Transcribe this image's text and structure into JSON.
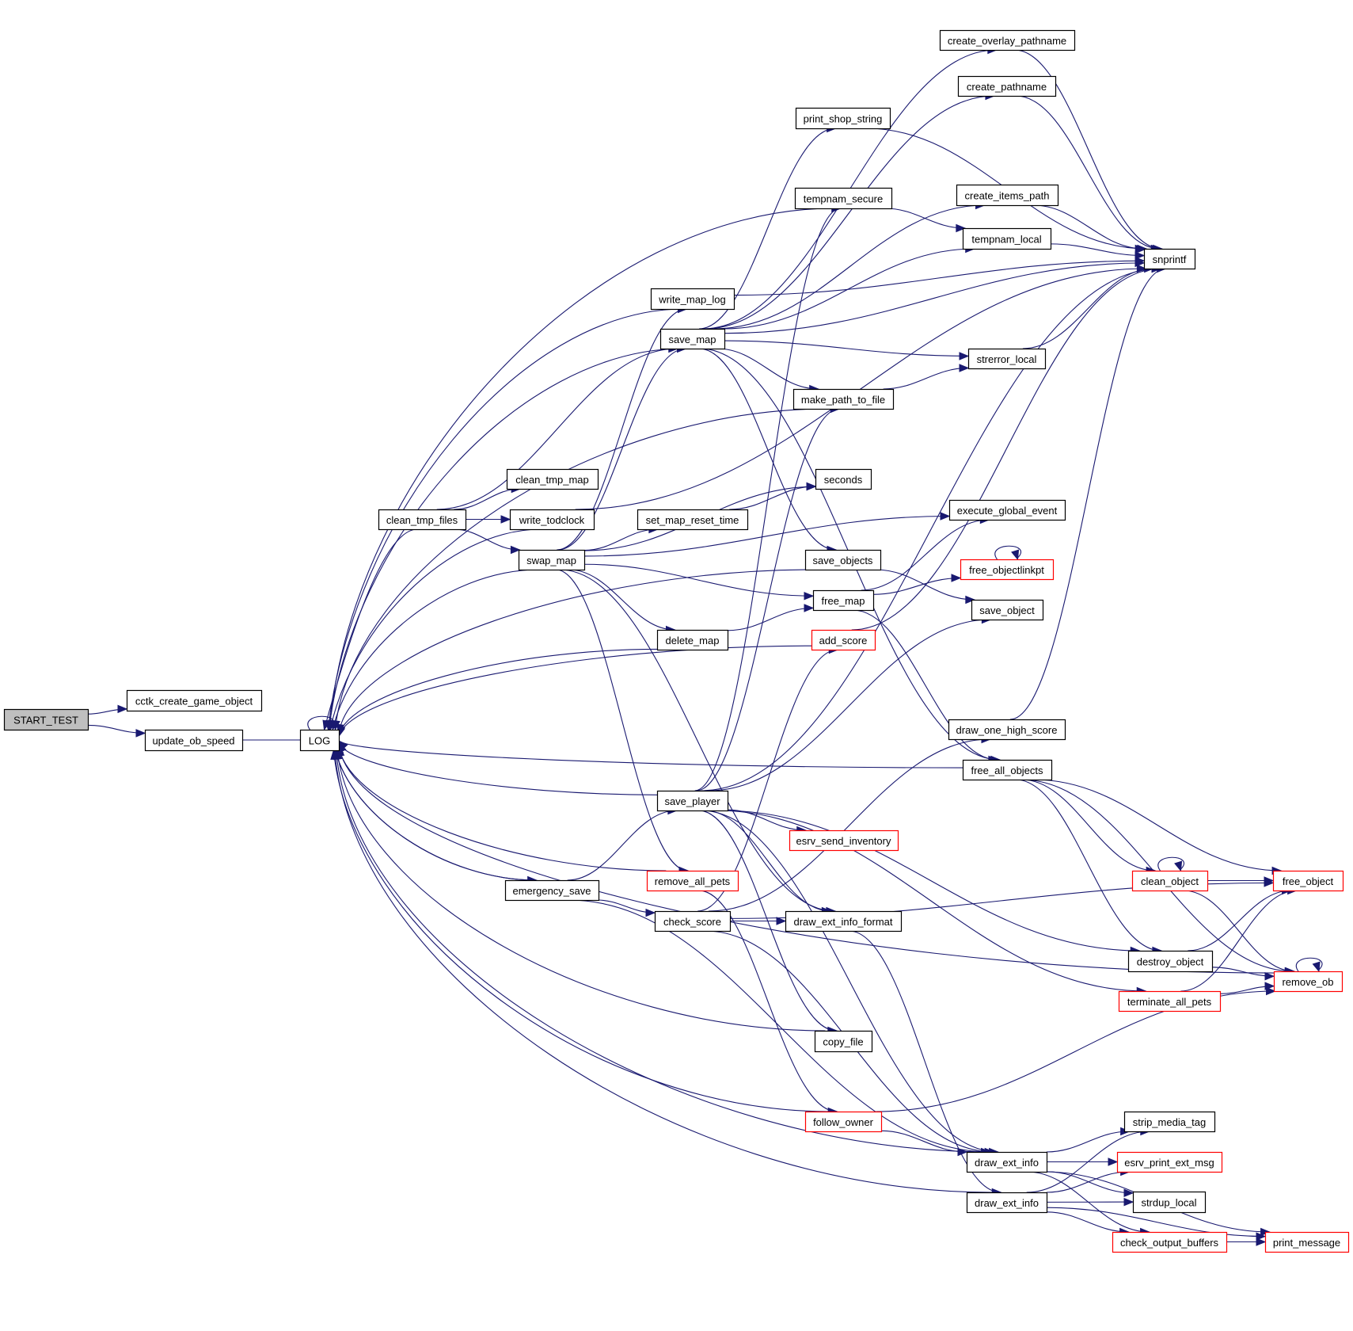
{
  "title": "START_TEST call graph",
  "colors": {
    "edge": "#191970",
    "root_fill": "#bfbfbf",
    "node_border": "#000000",
    "truncated_border": "#ff0000"
  },
  "nodes": [
    {
      "id": "START_TEST",
      "label": "START_TEST",
      "style": "root"
    },
    {
      "id": "cctk_create_game_object",
      "label": "cctk_create_game_object",
      "style": "normal"
    },
    {
      "id": "update_ob_speed",
      "label": "update_ob_speed",
      "style": "normal"
    },
    {
      "id": "LOG",
      "label": "LOG",
      "style": "normal"
    },
    {
      "id": "create_overlay_pathname",
      "label": "create_overlay_pathname",
      "style": "normal"
    },
    {
      "id": "create_pathname",
      "label": "create_pathname",
      "style": "normal"
    },
    {
      "id": "print_shop_string",
      "label": "print_shop_string",
      "style": "normal"
    },
    {
      "id": "tempnam_secure",
      "label": "tempnam_secure",
      "style": "normal"
    },
    {
      "id": "create_items_path",
      "label": "create_items_path",
      "style": "normal"
    },
    {
      "id": "tempnam_local",
      "label": "tempnam_local",
      "style": "normal"
    },
    {
      "id": "snprintf",
      "label": "snprintf",
      "style": "normal"
    },
    {
      "id": "write_map_log",
      "label": "write_map_log",
      "style": "normal"
    },
    {
      "id": "save_map",
      "label": "save_map",
      "style": "normal"
    },
    {
      "id": "strerror_local",
      "label": "strerror_local",
      "style": "normal"
    },
    {
      "id": "make_path_to_file",
      "label": "make_path_to_file",
      "style": "normal"
    },
    {
      "id": "clean_tmp_map",
      "label": "clean_tmp_map",
      "style": "normal"
    },
    {
      "id": "seconds",
      "label": "seconds",
      "style": "normal"
    },
    {
      "id": "clean_tmp_files",
      "label": "clean_tmp_files",
      "style": "normal"
    },
    {
      "id": "write_todclock",
      "label": "write_todclock",
      "style": "normal"
    },
    {
      "id": "set_map_reset_time",
      "label": "set_map_reset_time",
      "style": "normal"
    },
    {
      "id": "execute_global_event",
      "label": "execute_global_event",
      "style": "normal"
    },
    {
      "id": "swap_map",
      "label": "swap_map",
      "style": "normal"
    },
    {
      "id": "save_objects",
      "label": "save_objects",
      "style": "normal"
    },
    {
      "id": "free_objectlinkpt",
      "label": "free_objectlinkpt",
      "style": "truncated"
    },
    {
      "id": "free_map",
      "label": "free_map",
      "style": "normal"
    },
    {
      "id": "save_object",
      "label": "save_object",
      "style": "normal"
    },
    {
      "id": "delete_map",
      "label": "delete_map",
      "style": "normal"
    },
    {
      "id": "add_score",
      "label": "add_score",
      "style": "truncated"
    },
    {
      "id": "draw_one_high_score",
      "label": "draw_one_high_score",
      "style": "normal"
    },
    {
      "id": "free_all_objects",
      "label": "free_all_objects",
      "style": "normal"
    },
    {
      "id": "save_player",
      "label": "save_player",
      "style": "normal"
    },
    {
      "id": "esrv_send_inventory",
      "label": "esrv_send_inventory",
      "style": "truncated"
    },
    {
      "id": "clean_object",
      "label": "clean_object",
      "style": "truncated"
    },
    {
      "id": "free_object",
      "label": "free_object",
      "style": "truncated"
    },
    {
      "id": "emergency_save",
      "label": "emergency_save",
      "style": "normal"
    },
    {
      "id": "remove_all_pets",
      "label": "remove_all_pets",
      "style": "truncated"
    },
    {
      "id": "check_score",
      "label": "check_score",
      "style": "normal"
    },
    {
      "id": "draw_ext_info_format",
      "label": "draw_ext_info_format",
      "style": "normal"
    },
    {
      "id": "destroy_object",
      "label": "destroy_object",
      "style": "normal"
    },
    {
      "id": "remove_ob",
      "label": "remove_ob",
      "style": "truncated"
    },
    {
      "id": "terminate_all_pets",
      "label": "terminate_all_pets",
      "style": "truncated"
    },
    {
      "id": "copy_file",
      "label": "copy_file",
      "style": "normal"
    },
    {
      "id": "follow_owner",
      "label": "follow_owner",
      "style": "truncated"
    },
    {
      "id": "strip_media_tag",
      "label": "strip_media_tag",
      "style": "normal"
    },
    {
      "id": "draw_ext_info_1",
      "label": "draw_ext_info",
      "style": "normal"
    },
    {
      "id": "esrv_print_ext_msg",
      "label": "esrv_print_ext_msg",
      "style": "truncated"
    },
    {
      "id": "draw_ext_info_2",
      "label": "draw_ext_info",
      "style": "normal"
    },
    {
      "id": "strdup_local",
      "label": "strdup_local",
      "style": "normal"
    },
    {
      "id": "check_output_buffers",
      "label": "check_output_buffers",
      "style": "truncated"
    },
    {
      "id": "print_message",
      "label": "print_message",
      "style": "truncated"
    }
  ],
  "edges": [
    [
      "START_TEST",
      "cctk_create_game_object"
    ],
    [
      "START_TEST",
      "update_ob_speed"
    ],
    [
      "update_ob_speed",
      "LOG"
    ],
    [
      "LOG",
      "LOG"
    ],
    [
      "save_map",
      "create_overlay_pathname"
    ],
    [
      "save_map",
      "create_pathname"
    ],
    [
      "save_map",
      "print_shop_string"
    ],
    [
      "save_map",
      "create_items_path"
    ],
    [
      "save_map",
      "tempnam_local"
    ],
    [
      "save_map",
      "snprintf"
    ],
    [
      "save_map",
      "strerror_local"
    ],
    [
      "save_map",
      "make_path_to_file"
    ],
    [
      "save_map",
      "save_objects"
    ],
    [
      "save_map",
      "free_all_objects"
    ],
    [
      "save_map",
      "LOG"
    ],
    [
      "write_map_log",
      "snprintf"
    ],
    [
      "write_map_log",
      "LOG"
    ],
    [
      "create_overlay_pathname",
      "snprintf"
    ],
    [
      "create_pathname",
      "snprintf"
    ],
    [
      "print_shop_string",
      "snprintf"
    ],
    [
      "create_items_path",
      "snprintf"
    ],
    [
      "tempnam_local",
      "snprintf"
    ],
    [
      "tempnam_secure",
      "tempnam_local"
    ],
    [
      "tempnam_secure",
      "LOG"
    ],
    [
      "strerror_local",
      "snprintf"
    ],
    [
      "make_path_to_file",
      "strerror_local"
    ],
    [
      "make_path_to_file",
      "LOG"
    ],
    [
      "clean_tmp_files",
      "save_map"
    ],
    [
      "clean_tmp_files",
      "clean_tmp_map"
    ],
    [
      "clean_tmp_files",
      "write_todclock"
    ],
    [
      "clean_tmp_files",
      "swap_map"
    ],
    [
      "clean_tmp_files",
      "LOG"
    ],
    [
      "write_todclock",
      "snprintf"
    ],
    [
      "write_todclock",
      "LOG"
    ],
    [
      "swap_map",
      "save_map"
    ],
    [
      "swap_map",
      "write_map_log"
    ],
    [
      "swap_map",
      "seconds"
    ],
    [
      "swap_map",
      "set_map_reset_time"
    ],
    [
      "swap_map",
      "execute_global_event"
    ],
    [
      "swap_map",
      "free_map"
    ],
    [
      "swap_map",
      "delete_map"
    ],
    [
      "swap_map",
      "remove_all_pets"
    ],
    [
      "swap_map",
      "draw_ext_info_format"
    ],
    [
      "swap_map",
      "LOG"
    ],
    [
      "set_map_reset_time",
      "seconds"
    ],
    [
      "save_objects",
      "save_object"
    ],
    [
      "save_objects",
      "LOG"
    ],
    [
      "free_map",
      "execute_global_event"
    ],
    [
      "free_map",
      "free_objectlinkpt"
    ],
    [
      "free_map",
      "free_all_objects"
    ],
    [
      "free_objectlinkpt",
      "free_objectlinkpt"
    ],
    [
      "delete_map",
      "free_map"
    ],
    [
      "delete_map",
      "LOG"
    ],
    [
      "add_score",
      "snprintf"
    ],
    [
      "add_score",
      "LOG"
    ],
    [
      "draw_one_high_score",
      "snprintf"
    ],
    [
      "free_all_objects",
      "free_object"
    ],
    [
      "free_all_objects",
      "clean_object"
    ],
    [
      "free_all_objects",
      "destroy_object"
    ],
    [
      "free_all_objects",
      "remove_ob"
    ],
    [
      "free_all_objects",
      "LOG"
    ],
    [
      "save_player",
      "tempnam_secure"
    ],
    [
      "save_player",
      "make_path_to_file"
    ],
    [
      "save_player",
      "save_object"
    ],
    [
      "save_player",
      "snprintf"
    ],
    [
      "save_player",
      "esrv_send_inventory"
    ],
    [
      "save_player",
      "draw_ext_info_format"
    ],
    [
      "save_player",
      "draw_ext_info_1"
    ],
    [
      "save_player",
      "destroy_object"
    ],
    [
      "save_player",
      "terminate_all_pets"
    ],
    [
      "save_player",
      "copy_file"
    ],
    [
      "save_player",
      "LOG"
    ],
    [
      "clean_object",
      "clean_object"
    ],
    [
      "clean_object",
      "free_object"
    ],
    [
      "clean_object",
      "remove_ob"
    ],
    [
      "emergency_save",
      "save_player"
    ],
    [
      "emergency_save",
      "check_score"
    ],
    [
      "emergency_save",
      "draw_ext_info_1"
    ],
    [
      "emergency_save",
      "LOG"
    ],
    [
      "LOG",
      "emergency_save"
    ],
    [
      "remove_all_pets",
      "follow_owner"
    ],
    [
      "remove_all_pets",
      "LOG"
    ],
    [
      "check_score",
      "add_score"
    ],
    [
      "check_score",
      "draw_ext_info_format"
    ],
    [
      "check_score",
      "draw_one_high_score"
    ],
    [
      "check_score",
      "draw_ext_info_1"
    ],
    [
      "check_score",
      "free_object"
    ],
    [
      "draw_ext_info_format",
      "draw_ext_info_2"
    ],
    [
      "destroy_object",
      "free_object"
    ],
    [
      "destroy_object",
      "remove_ob"
    ],
    [
      "remove_ob",
      "remove_ob"
    ],
    [
      "remove_ob",
      "LOG"
    ],
    [
      "terminate_all_pets",
      "free_object"
    ],
    [
      "terminate_all_pets",
      "remove_ob"
    ],
    [
      "copy_file",
      "LOG"
    ],
    [
      "follow_owner",
      "draw_ext_info_1"
    ],
    [
      "follow_owner",
      "remove_ob"
    ],
    [
      "follow_owner",
      "LOG"
    ],
    [
      "draw_ext_info_1",
      "strip_media_tag"
    ],
    [
      "draw_ext_info_1",
      "esrv_print_ext_msg"
    ],
    [
      "draw_ext_info_1",
      "strdup_local"
    ],
    [
      "draw_ext_info_1",
      "check_output_buffers"
    ],
    [
      "draw_ext_info_1",
      "print_message"
    ],
    [
      "draw_ext_info_1",
      "LOG"
    ],
    [
      "draw_ext_info_2",
      "strip_media_tag"
    ],
    [
      "draw_ext_info_2",
      "esrv_print_ext_msg"
    ],
    [
      "draw_ext_info_2",
      "strdup_local"
    ],
    [
      "draw_ext_info_2",
      "check_output_buffers"
    ],
    [
      "draw_ext_info_2",
      "print_message"
    ],
    [
      "draw_ext_info_2",
      "LOG"
    ],
    [
      "check_output_buffers",
      "print_message"
    ]
  ]
}
